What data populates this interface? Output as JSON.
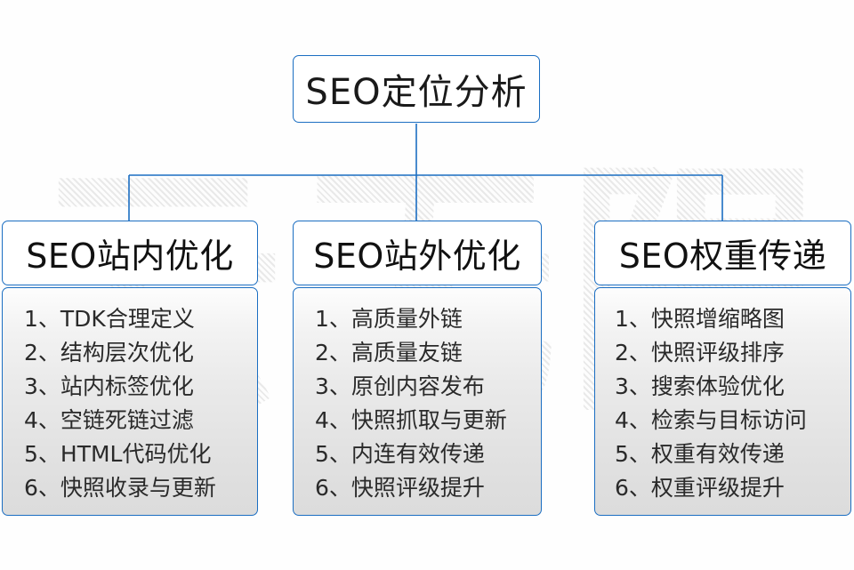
{
  "diagram": {
    "root": {
      "label": "SEO定位分析"
    },
    "columns": [
      {
        "title": "SEO站内优化",
        "items": [
          "1、TDK合理定义",
          "2、结构层次优化",
          "3、站内标签优化",
          "4、空链死链过滤",
          "5、HTML代码优化",
          "6、快照收录与更新"
        ]
      },
      {
        "title": "SEO站外优化",
        "items": [
          "1、高质量外链",
          "2、高质量友链",
          "3、原创内容发布",
          "4、快照抓取与更新",
          "5、内连有效传递",
          "6、快照评级提升"
        ]
      },
      {
        "title": "SEO权重传递",
        "items": [
          "1、快照增缩略图",
          "2、快照评级排序",
          "3、搜索体验优化",
          "4、检索与目标访问",
          "5、权重有效传递",
          "6、权重评级提升"
        ]
      }
    ],
    "watermark": {
      "text": "云无限"
    },
    "colors": {
      "border": "#1b6ec2",
      "connector": "#1b6ec2",
      "header_bg": "#ffffff",
      "body_bg_top": "#fdfdfd",
      "body_bg_bottom": "#dcdcdc",
      "text": "#1a1a1a",
      "watermark": "#e9e9e9"
    }
  }
}
